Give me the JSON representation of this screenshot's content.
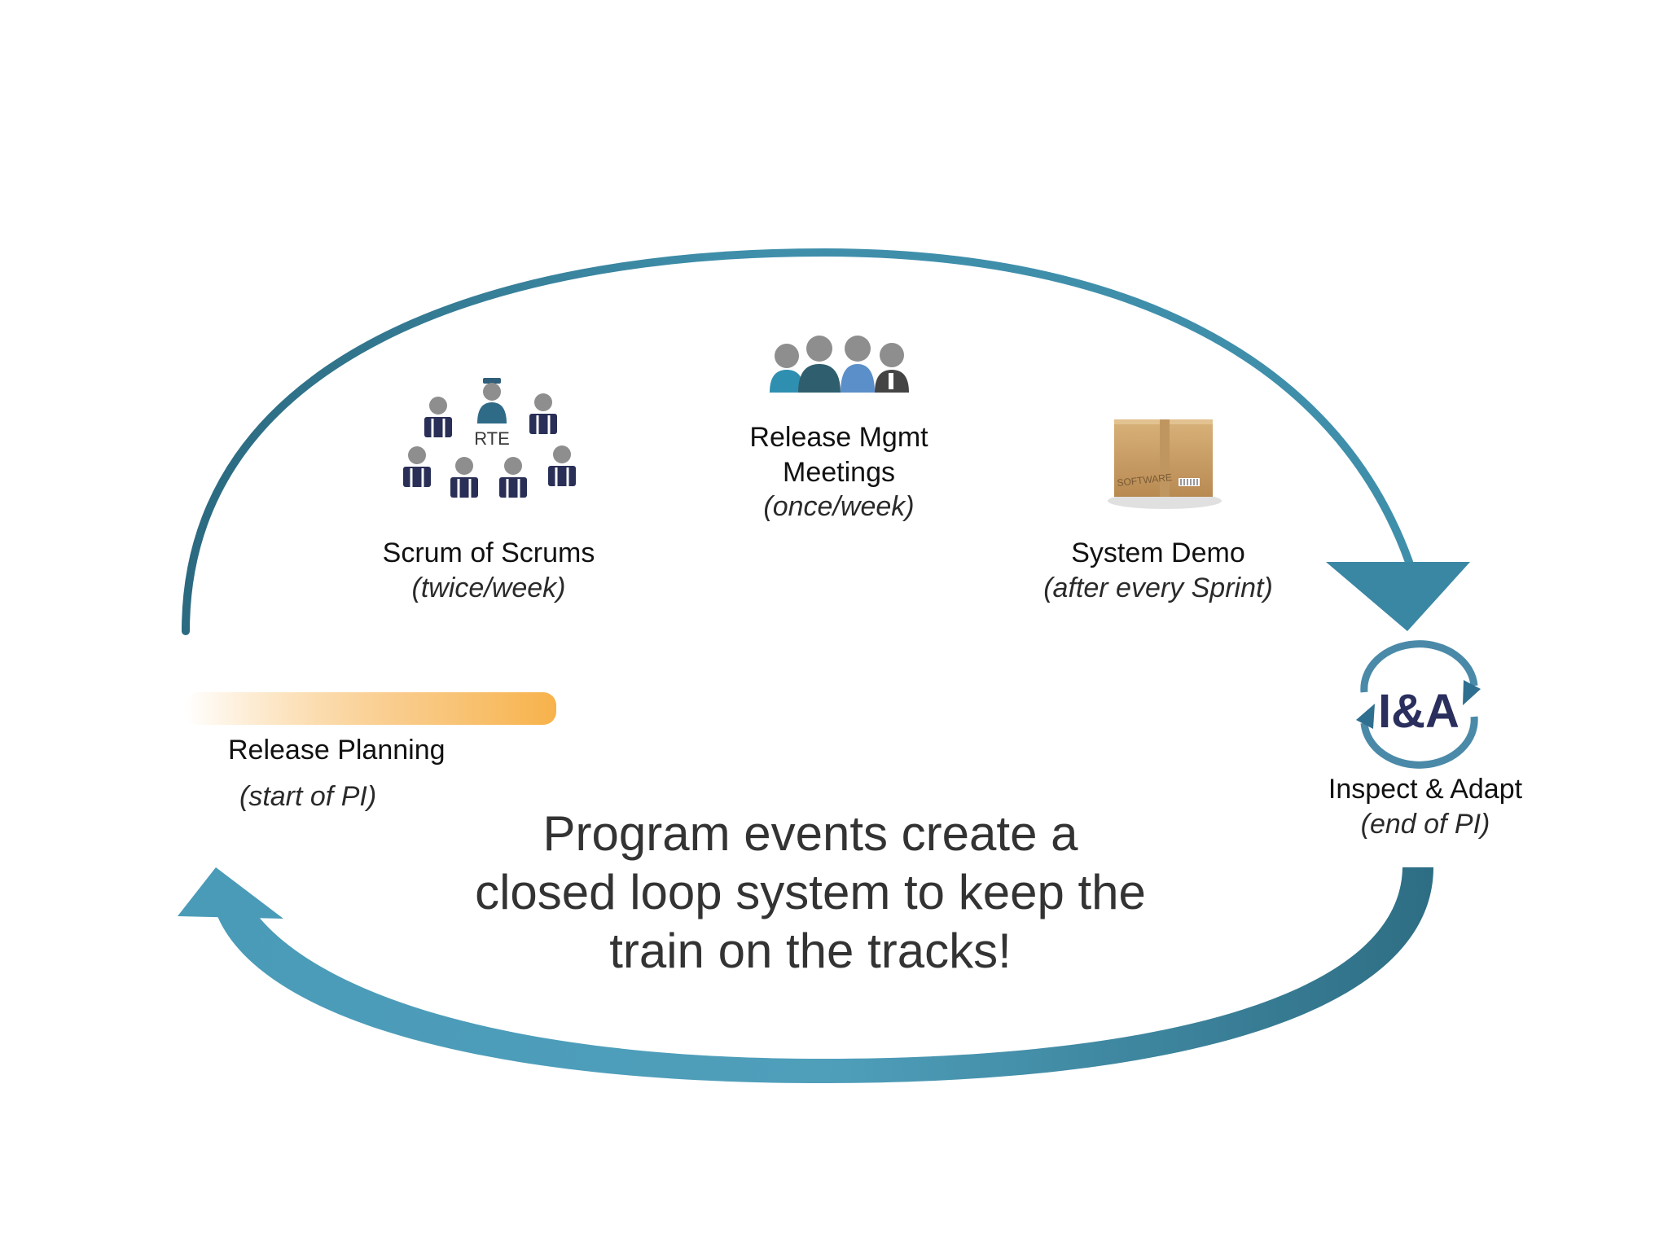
{
  "events": {
    "scrum_of_scrums": {
      "title": "Scrum of Scrums",
      "cadence": "(twice/week)",
      "badge": "RTE"
    },
    "release_mgmt": {
      "title_line1": "Release Mgmt",
      "title_line2": "Meetings",
      "cadence": "(once/week)"
    },
    "system_demo": {
      "title": "System Demo",
      "cadence": "(after every Sprint)",
      "box_text": "SOFTWARE"
    },
    "release_planning": {
      "title": "Release Planning",
      "cadence": "(start of PI)"
    },
    "inspect_adapt": {
      "title": "Inspect & Adapt",
      "cadence": "(end of PI)",
      "logo_text": "I&A"
    }
  },
  "center_message": {
    "line1": "Program events create a",
    "line2": "closed loop system to keep the",
    "line3": "train on the tracks!"
  },
  "colors": {
    "loop_dark": "#2b6f86",
    "loop_light": "#4a9bb8",
    "planning_bar": "#f7b24a",
    "icon_grey": "#8e8e8e",
    "suit_navy": "#2a2f57",
    "logo_navy": "#2b2f5e",
    "box_tan": "#c8a06a"
  }
}
